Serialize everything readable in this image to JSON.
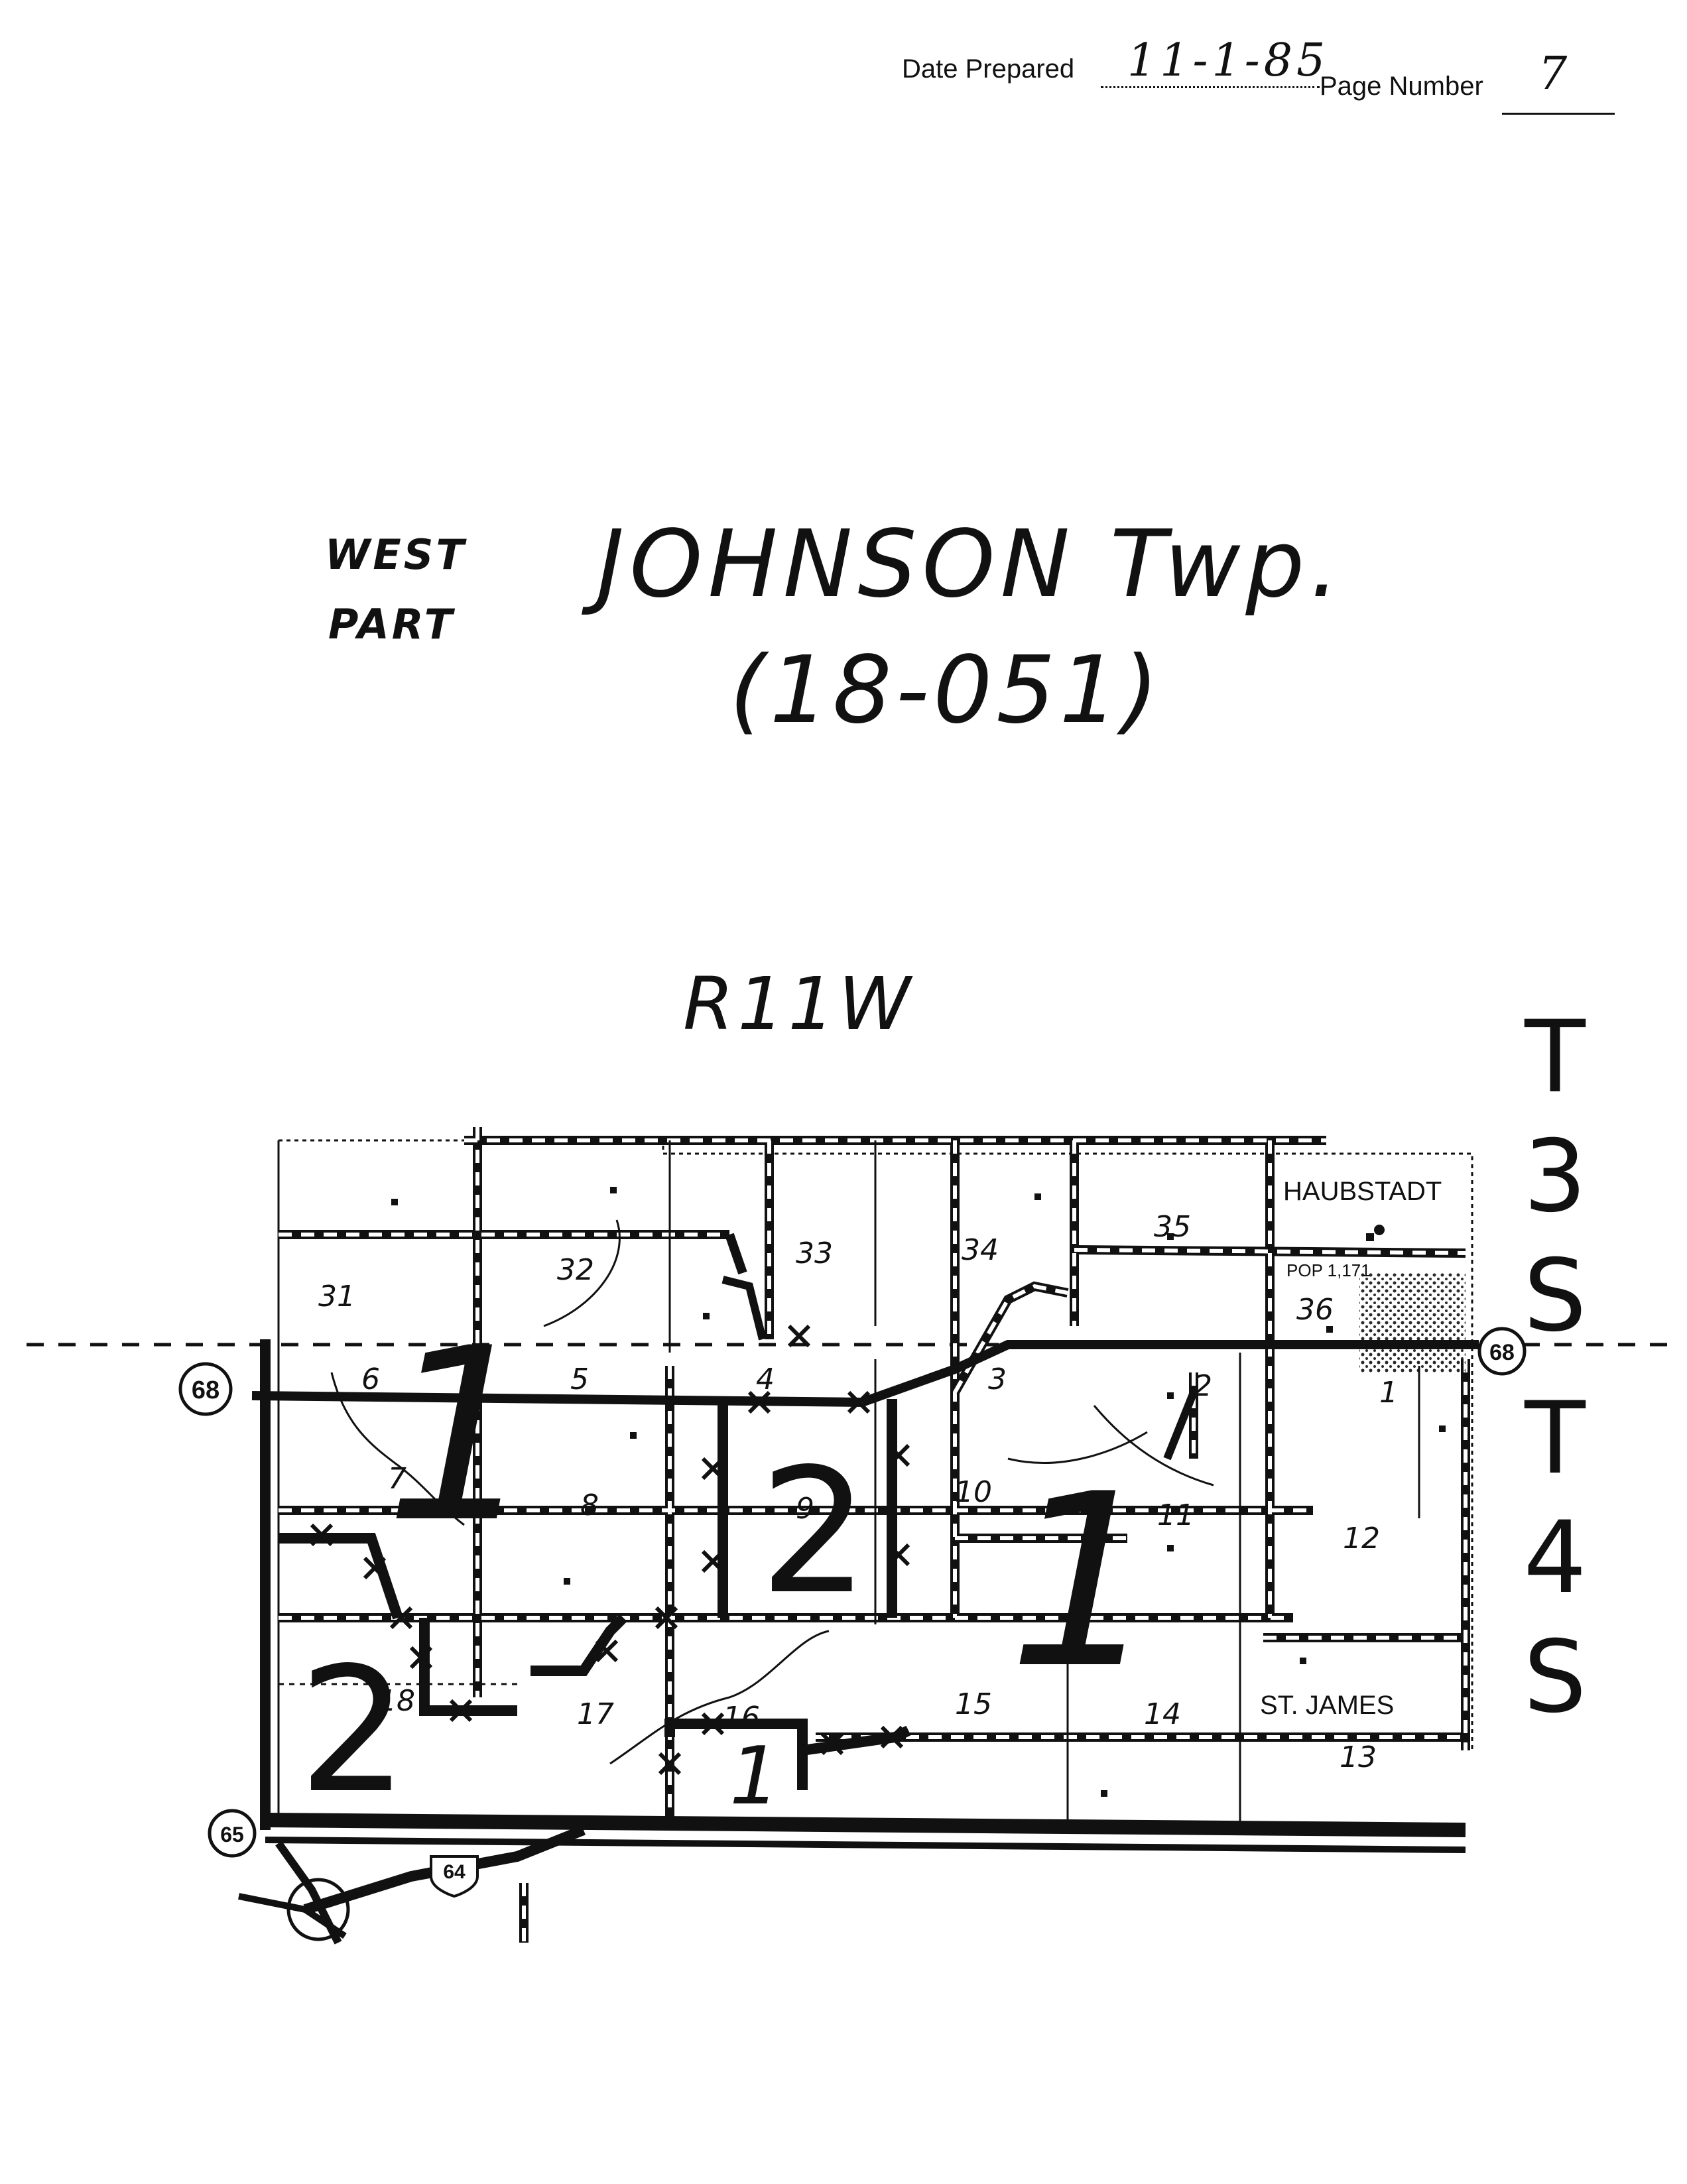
{
  "header": {
    "date_label": "Date Prepared",
    "date_value": "11-1-85",
    "page_label": "Page Number",
    "page_value": "7"
  },
  "title": {
    "area_line1": "WEST",
    "area_line2": "PART",
    "township": "JOHNSON Twp.",
    "code": "(18-051)"
  },
  "map": {
    "range": "R11W",
    "township_north": [
      "T",
      "3",
      "S"
    ],
    "township_south": [
      "T",
      "4",
      "S"
    ],
    "route_68_west": "68",
    "route_68_east": "68",
    "route_65": "65",
    "route_64": "64",
    "place_haubstadt": "HAUBSTADT",
    "population": "POP 1,171",
    "place_st_james": "ST. JAMES",
    "sections": {
      "s31": "31",
      "s32": "32",
      "s33": "33",
      "s34": "34",
      "s35": "35",
      "s36": "36",
      "s6": "6",
      "s5": "5",
      "s4": "4",
      "s3": "3",
      "s2": "2",
      "s1": "1",
      "s7": "7",
      "s8": "8",
      "s9": "9",
      "s10": "10",
      "s11": "11",
      "s12": "12",
      "s18": "18",
      "s17": "17",
      "s16": "16",
      "s15": "15",
      "s14": "14",
      "s13": "13"
    },
    "district_labels": {
      "d_a": "1",
      "d_b": "2",
      "d_c": "1",
      "d_d": "2",
      "d_e": "1"
    },
    "colors": {
      "ink": "#111111",
      "paper": "#ffffff"
    }
  }
}
